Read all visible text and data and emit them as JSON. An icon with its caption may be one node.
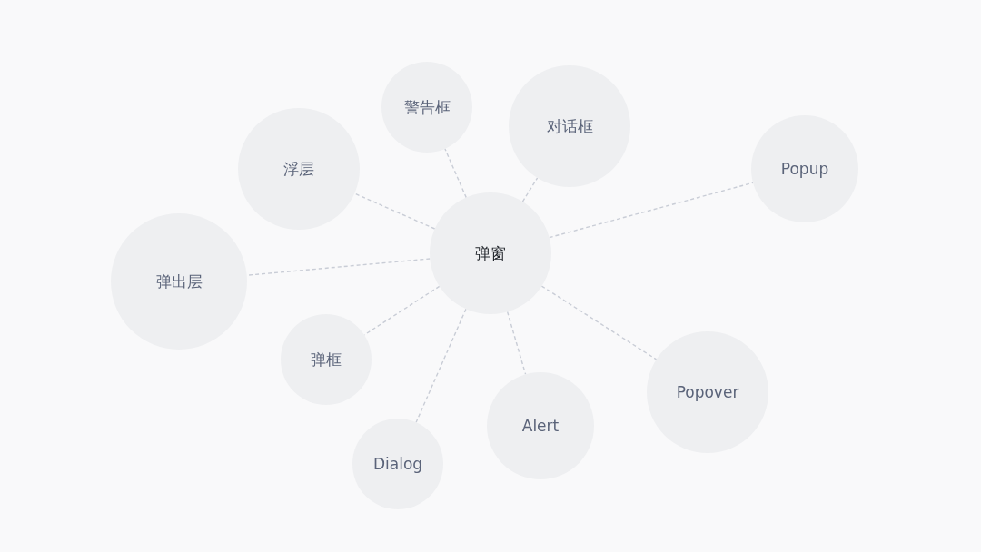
{
  "diagram": {
    "nodes": [
      {
        "text": [
          "弹窗"
        ]
      },
      {
        "text": [
          "警告框"
        ]
      },
      {
        "text": [
          "对话框"
        ]
      },
      {
        "text": [
          "浮层"
        ]
      },
      {
        "text": [
          "Popup"
        ]
      },
      {
        "text": [
          "弹出层"
        ]
      },
      {
        "text": [
          "弹框"
        ]
      },
      {
        "text": [
          "Popover"
        ]
      },
      {
        "text": [
          "Alert"
        ]
      },
      {
        "text": [
          "Dialog"
        ]
      }
    ],
    "edges": [
      {
        "from": 0,
        "to": 1,
        "arrow": "none",
        "style": "dashed"
      },
      {
        "from": 0,
        "to": 2,
        "arrow": "none",
        "style": "dashed"
      },
      {
        "from": 0,
        "to": 3,
        "arrow": "none",
        "style": "dashed"
      },
      {
        "from": 0,
        "to": 4,
        "arrow": "none",
        "style": "dashed"
      },
      {
        "from": 0,
        "to": 5,
        "arrow": "none",
        "style": "dashed"
      },
      {
        "from": 0,
        "to": 6,
        "arrow": "none",
        "style": "dashed"
      },
      {
        "from": 0,
        "to": 7,
        "arrow": "none",
        "style": "dashed"
      },
      {
        "from": 0,
        "to": 8,
        "arrow": "none",
        "style": "dashed"
      },
      {
        "from": 0,
        "to": 9,
        "arrow": "none",
        "style": "dashed"
      }
    ]
  }
}
